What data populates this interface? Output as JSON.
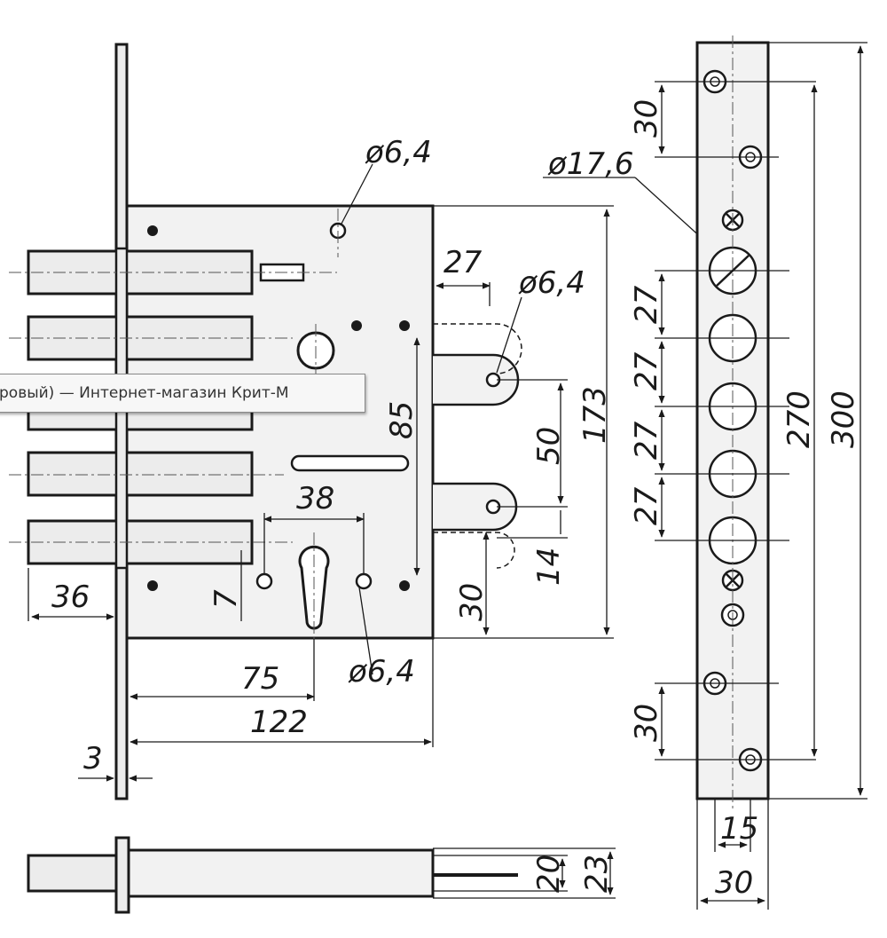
{
  "tooltip": {
    "text": "ровый) — Интернет-магазин Крит-М"
  },
  "labels": {
    "d_top": "ø6,4",
    "d_right": "ø6,4",
    "d_bottom": "ø6,4",
    "d_strip": "ø17,6",
    "w27": "27",
    "h85": "85",
    "h173": "173",
    "h50": "50",
    "h14": "14",
    "h30a": "30",
    "w38": "38",
    "w36": "36",
    "h7": "7",
    "w75": "75",
    "w122": "122",
    "w3": "3",
    "s30top": "30",
    "s27a": "27",
    "s27b": "27",
    "s27c": "27",
    "s27d": "27",
    "s270": "270",
    "s300": "300",
    "s30bot": "30",
    "s15": "15",
    "s30w": "30",
    "b20": "20",
    "b23": "23"
  }
}
